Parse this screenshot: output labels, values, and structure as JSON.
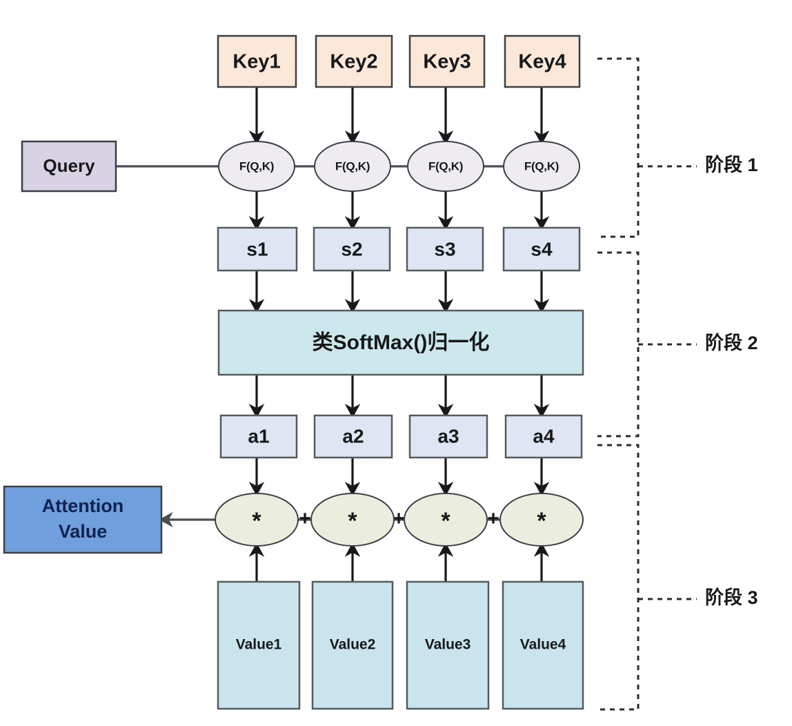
{
  "diagram": {
    "title": "Attention mechanism three-stage computation diagram",
    "colors": {
      "key_fill": "#fbe8d8",
      "query_fill": "#d8d2e4",
      "score_fill": "#dfe5f2",
      "weight_fill": "#dfe5f2",
      "softmax_fill": "#cde8ec",
      "value_fill": "#c9e4ec",
      "multiply_fill": "#eceedd",
      "fqk_fill": "#eeecf1",
      "attention_fill": "#6f9fdc",
      "stroke": "#3b3f45",
      "text": "#17181a"
    },
    "keys": [
      {
        "label": "Key1"
      },
      {
        "label": "Key2"
      },
      {
        "label": "Key3"
      },
      {
        "label": "Key4"
      }
    ],
    "query": {
      "label": "Query"
    },
    "score_functions": [
      {
        "label": "F(Q,K)"
      },
      {
        "label": "F(Q,K)"
      },
      {
        "label": "F(Q,K)"
      },
      {
        "label": "F(Q,K)"
      }
    ],
    "scores": [
      {
        "label": "s1"
      },
      {
        "label": "s2"
      },
      {
        "label": "s3"
      },
      {
        "label": "s4"
      }
    ],
    "softmax": {
      "label": "类SoftMax()归一化"
    },
    "weights": [
      {
        "label": "a1"
      },
      {
        "label": "a2"
      },
      {
        "label": "a3"
      },
      {
        "label": "a4"
      }
    ],
    "multipliers": [
      {
        "label": "*"
      },
      {
        "label": "*"
      },
      {
        "label": "*"
      },
      {
        "label": "*"
      }
    ],
    "adders": [
      {
        "label": "+"
      },
      {
        "label": "+"
      },
      {
        "label": "+"
      }
    ],
    "values": [
      {
        "label": "Value1"
      },
      {
        "label": "Value2"
      },
      {
        "label": "Value3"
      },
      {
        "label": "Value4"
      }
    ],
    "attention_value": {
      "line1": "Attention",
      "line2": "Value"
    },
    "stages": [
      {
        "label": "阶段 1"
      },
      {
        "label": "阶段 2"
      },
      {
        "label": "阶段 3"
      }
    ]
  }
}
